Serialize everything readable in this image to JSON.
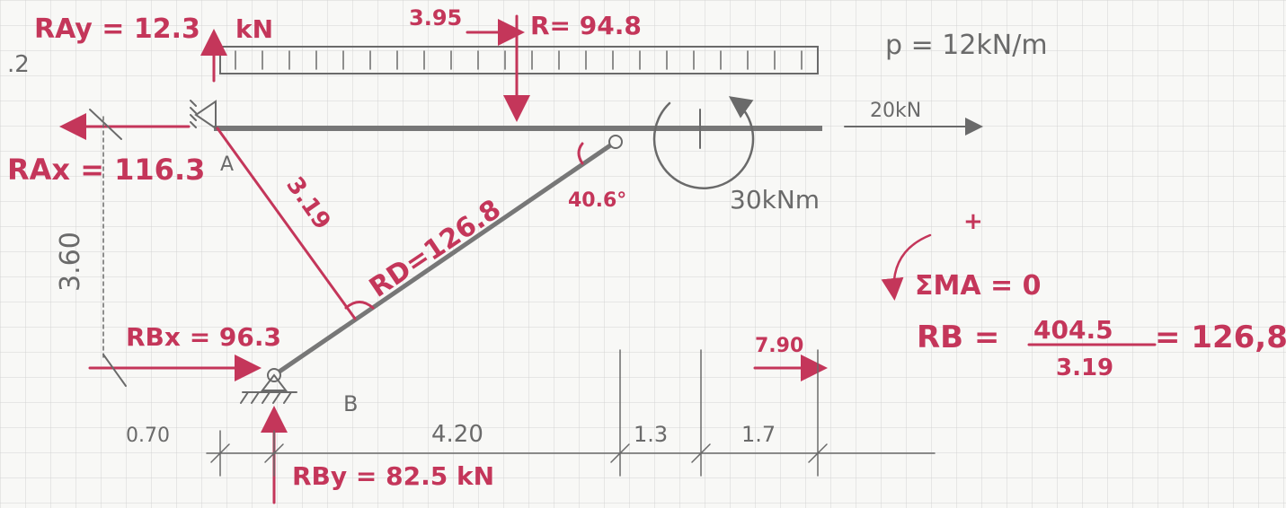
{
  "colors": {
    "paper": "#f8f8f6",
    "grid": "#d4d4d4",
    "ink_red": "#c4365a",
    "ink_grey": "#6a6a6a",
    "beam": "#777777"
  },
  "labels": {
    "corner_mark": ".2",
    "ray": "RAy = 12.3",
    "ray_unit": "kN",
    "r_offset": "3.95",
    "r_resultant": "R= 94.8",
    "p_load": "p = 12kN/m",
    "h_force": "20kN",
    "rax": "RAx = 116.3",
    "node_a": "A",
    "member_ab": "3.19",
    "rd": "RD=126.8",
    "angle": "40.6°",
    "moment": "30kNm",
    "height": "3.60",
    "sum_plus": "+",
    "sum_moments": "ΣMA = 0",
    "rb_lhs": "RB =",
    "rb_num": "404.5",
    "rb_den": "3.19",
    "rb_result": "= 126,8",
    "rbx": "RBx = 96.3",
    "force_790": "7.90",
    "node_b": "B",
    "dim_070": "0.70",
    "dim_420": "4.20",
    "dim_13": "1.3",
    "dim_17": "1.7",
    "rby": "RBy = 82.5 kN"
  }
}
